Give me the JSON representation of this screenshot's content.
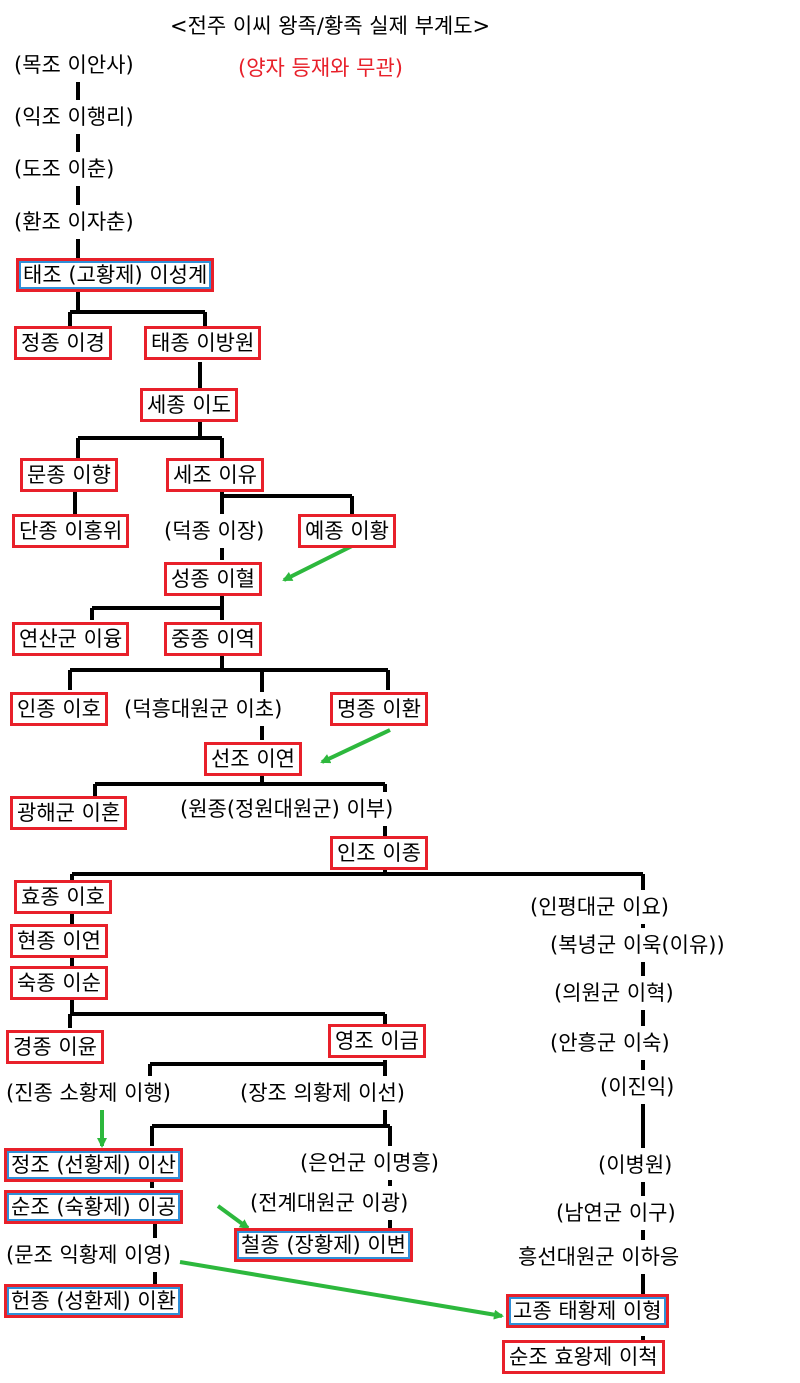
{
  "title": "<전주 이씨 왕족/황족 실제 부계도>",
  "note": "(양자 등재와 무관)",
  "colors": {
    "king_border": "#e8202a",
    "emperor_border": "#2f8fd8",
    "adoption_arrow": "#2db83d",
    "note": "#e8202a"
  },
  "nodes": {
    "mokjo": "(목조 이안사)",
    "ikjo": "(익조 이행리)",
    "dojo": "(도조 이춘)",
    "hwanjo": "(환조 이자춘)",
    "taejo": "태조 (고황제) 이성계",
    "jeongjong": "정종 이경",
    "taejong": "태종 이방원",
    "sejong": "세종 이도",
    "munjong": "문종 이향",
    "sejo": "세조 이유",
    "danjong": "단종 이홍위",
    "deokjong": "(덕종 이장)",
    "yejong": "예종 이황",
    "seongjong": "성종 이혈",
    "yeonsangun": "연산군 이융",
    "jungjong": "중종 이역",
    "injong": "인종 이호",
    "deokheung": "(덕흥대원군 이초)",
    "myeongjong": "명종 이환",
    "seonjo": "선조 이연",
    "gwanghaegun": "광해군 이혼",
    "wonjong": "(원종(정원대원군) 이부)",
    "injo": "인조 이종",
    "hyojong": "효종 이호",
    "hyeonjong": "현종 이연",
    "sukjong": "숙종 이순",
    "gyeongjong": "경종 이윤",
    "yeongjo": "영조 이금",
    "jinjong": "(진종 소황제 이행)",
    "jangjo": "(장조 의황제 이선)",
    "jeongjo": "정조 (선황제) 이산",
    "sunjo": "순조 (숙황제) 이공",
    "munjo": "(문조 익황제 이영)",
    "heonjong": "헌종 (성환제) 이환",
    "euneongun": "(은언군 이명흥)",
    "jeongye": "(전계대원군 이광)",
    "cheoljong": "철종 (장황제) 이변",
    "inpyeong": "(인평대군 이요)",
    "boknyeong": "(복녕군 이욱(이유))",
    "uiwon": "(의원군 이혁)",
    "anheung": "(안흥군 이숙)",
    "jinik": "(이진익)",
    "byeongwon": "(이병원)",
    "namyeon": "(남연군 이구)",
    "heungseon": "흥선대원군 이하응",
    "gojong": "고종 태황제 이형",
    "sunjong": "순조 효왕제 이척"
  }
}
